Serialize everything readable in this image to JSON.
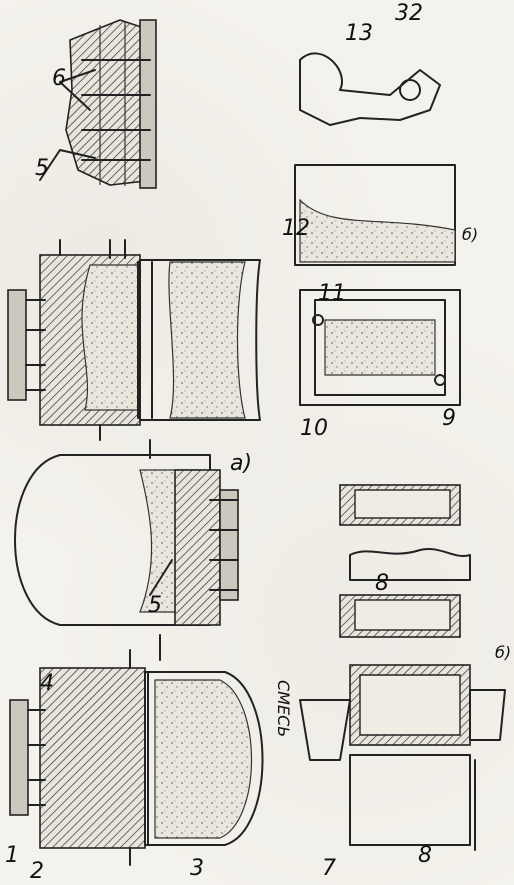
{
  "labels": {
    "l1": "1",
    "l2": "2",
    "l3": "3",
    "l4": "4",
    "l5a": "5",
    "l5b": "5",
    "l6": "6",
    "l7": "7",
    "l8a": "8",
    "l8b": "8",
    "l9": "9",
    "l10": "10",
    "l11": "11",
    "l12": "12",
    "l13": "13",
    "mix": "СМЕСЬ",
    "fig_a": "а)",
    "fig_b": "б)",
    "fig_b2": "б)",
    "page": "32"
  }
}
